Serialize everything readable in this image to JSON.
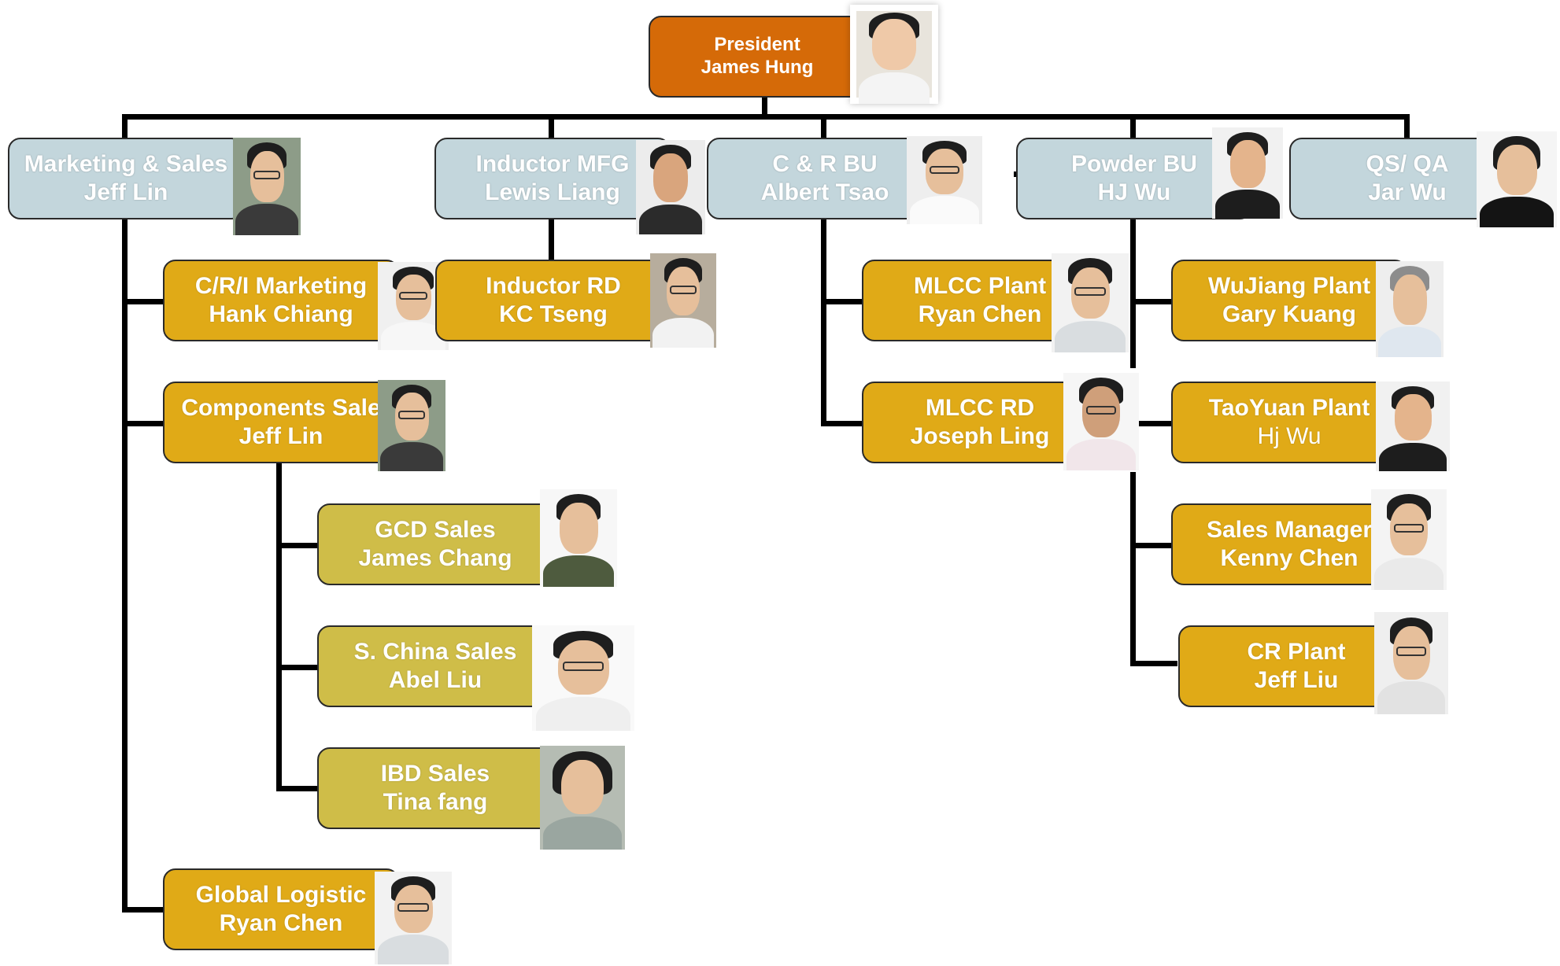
{
  "org_chart": {
    "president": {
      "role": "President",
      "name": "James Hung"
    },
    "heads": [
      {
        "role": "Marketing & Sales",
        "name": "Jeff Lin"
      },
      {
        "role": "Inductor MFG",
        "name": "Lewis Liang"
      },
      {
        "role": "C & R BU",
        "name": "Albert Tsao"
      },
      {
        "role": "Powder BU",
        "name": "HJ Wu"
      },
      {
        "role": "QS/ QA",
        "name": "Jar Wu"
      }
    ],
    "marketing_children": [
      {
        "role": "C/R/I Marketing",
        "name": "Hank Chiang"
      },
      {
        "role": "Components Sale",
        "name": "Jeff Lin"
      },
      {
        "role": "Global Logistic",
        "name": "Ryan Chen"
      }
    ],
    "components_children": [
      {
        "role": "GCD Sales",
        "name": "James Chang"
      },
      {
        "role": "S. China Sales",
        "name": "Abel Liu"
      },
      {
        "role": "IBD Sales",
        "name": "Tina fang"
      }
    ],
    "inductor_children": [
      {
        "role": "Inductor RD",
        "name": "KC Tseng"
      }
    ],
    "cr_children": [
      {
        "role": "MLCC Plant",
        "name": "Ryan Chen"
      },
      {
        "role": "MLCC RD",
        "name": "Joseph Ling"
      }
    ],
    "powder_children": [
      {
        "role": "WuJiang Plant",
        "name": "Gary Kuang"
      },
      {
        "role": "TaoYuan Plant",
        "name": "Hj Wu"
      },
      {
        "role": "Sales Manager",
        "name": "Kenny Chen"
      },
      {
        "role": "CR Plant",
        "name": "Jeff Liu"
      }
    ]
  },
  "colors": {
    "president": "#d56a08",
    "head": "#c3d6dc",
    "sub": "#e0aa17",
    "sub2": "#cfbd48",
    "line": "#000000"
  }
}
